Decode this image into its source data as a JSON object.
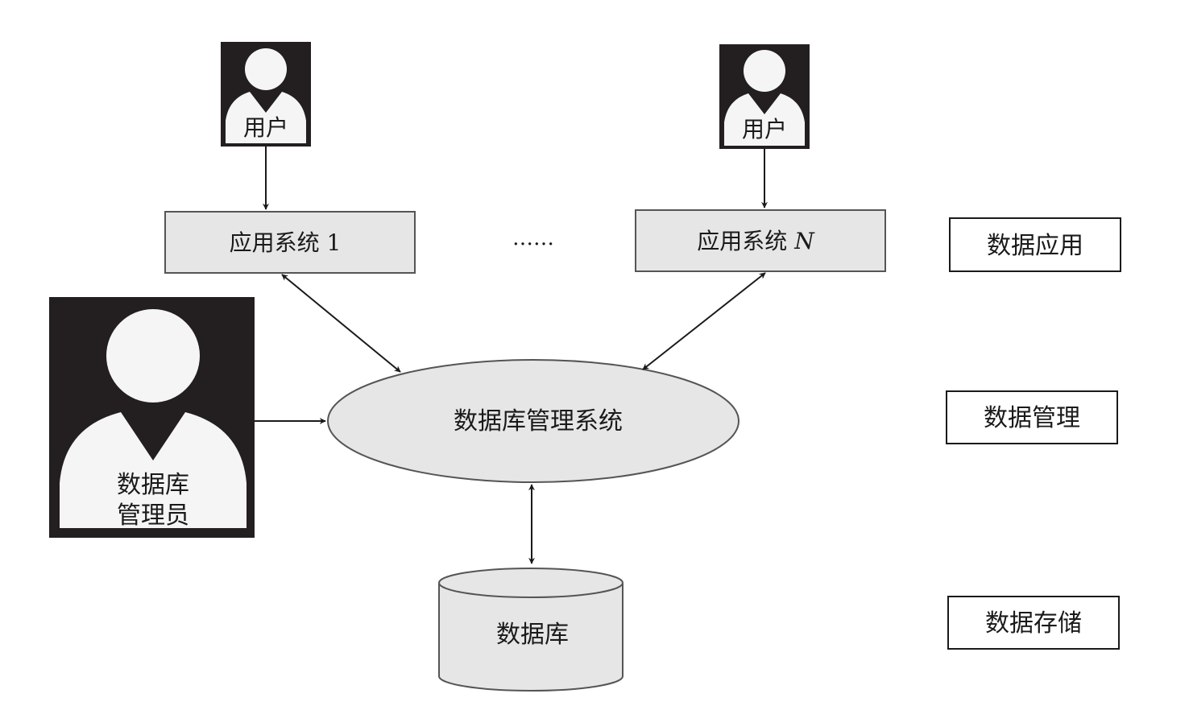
{
  "users": {
    "user_1": "用户",
    "user_n": "用户",
    "admin_line1": "数据库",
    "admin_line2": "管理员"
  },
  "apps": {
    "app_1": "应用系统 1",
    "app_n_prefix": "应用系统 ",
    "app_n_suffix": "N",
    "ellipsis": "……"
  },
  "core": {
    "dbms": "数据库管理系统",
    "database": "数据库"
  },
  "layers": {
    "application": "数据应用",
    "management": "数据管理",
    "storage": "数据存储"
  }
}
